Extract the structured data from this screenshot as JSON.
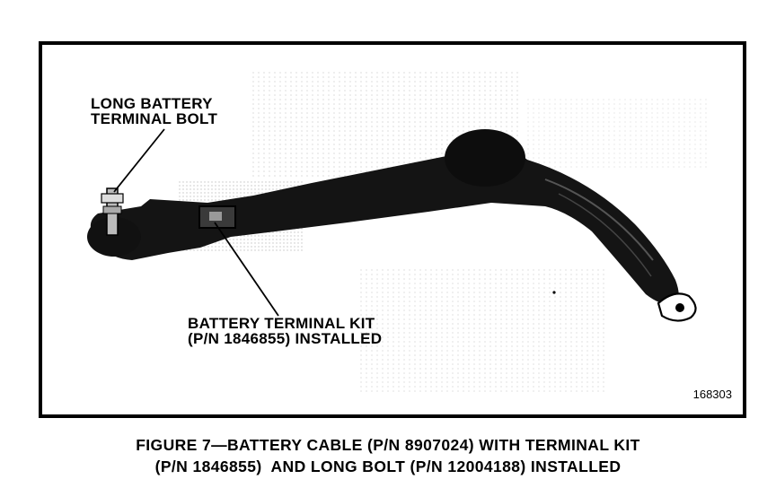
{
  "figure": {
    "callouts": {
      "bolt_line1": "LONG BATTERY",
      "bolt_line2": "TERMINAL BOLT",
      "kit_line1": "BATTERY TERMINAL KIT",
      "kit_line2": "(P/N 1846855) INSTALLED"
    },
    "figure_number": "168303"
  },
  "caption": {
    "line1": "FIGURE 7—BATTERY CABLE (P/N 8907024) WITH TERMINAL KIT",
    "line2": "(P/N 1846855)  AND LONG BOLT (P/N 12004188) INSTALLED"
  }
}
